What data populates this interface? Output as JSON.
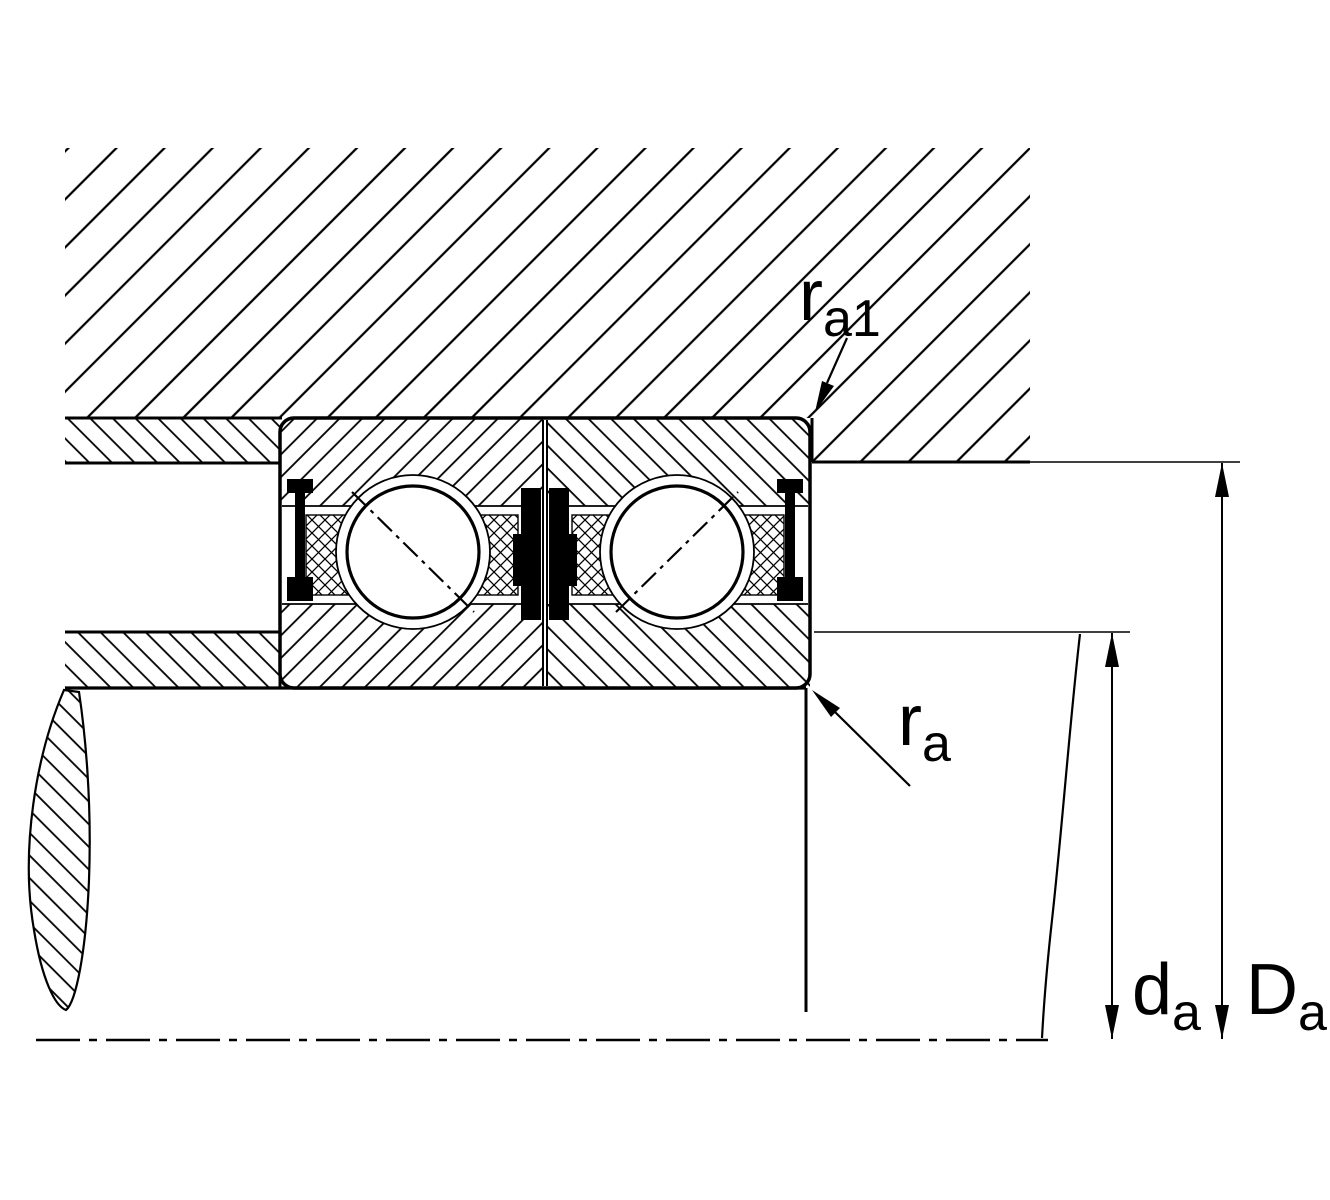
{
  "diagram": {
    "colors": {
      "line": "#000000",
      "background": "#ffffff"
    },
    "callouts": {
      "ra1": {
        "base": "r",
        "sub": "a1"
      },
      "ra": {
        "base": "r",
        "sub": "a"
      },
      "da": {
        "base": "d",
        "sub": "a"
      },
      "Da": {
        "base": "D",
        "sub": "a"
      }
    }
  }
}
